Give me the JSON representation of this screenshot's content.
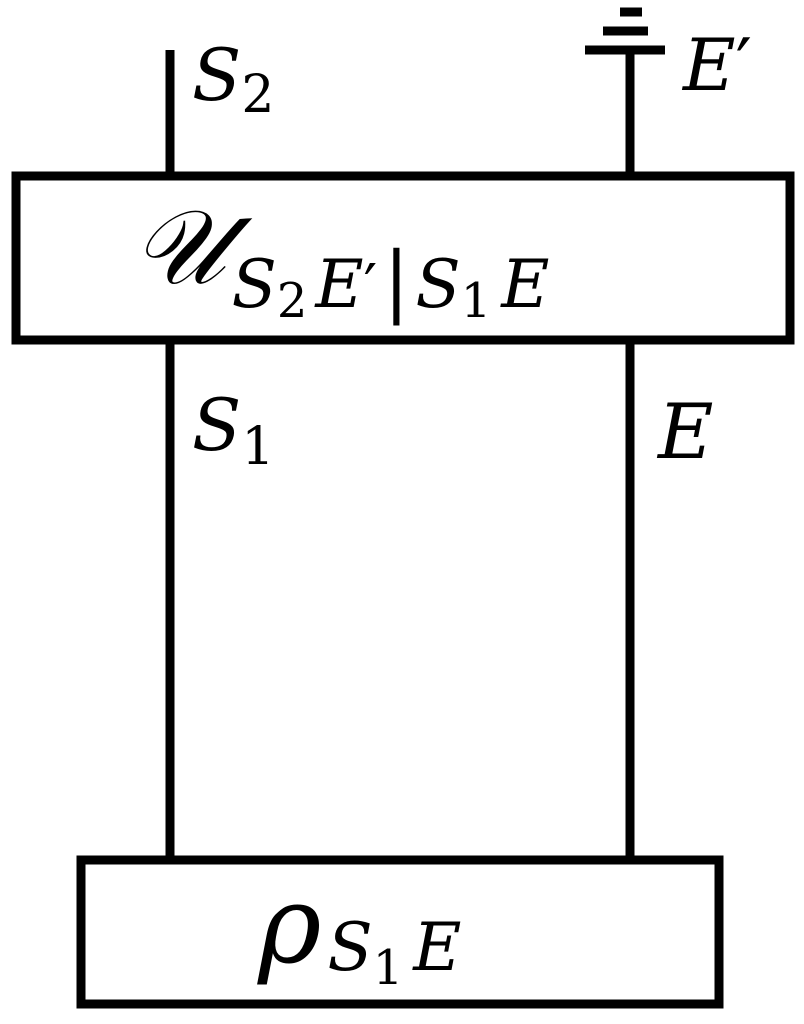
{
  "diagram": {
    "top_wires": {
      "left": {
        "name": "S",
        "subscript": "2"
      },
      "right": {
        "name": "E",
        "prime": "′"
      }
    },
    "unitary_box": {
      "symbol": "𝒰",
      "subscript": {
        "out_S": "S",
        "out_S_index": "2",
        "out_E": "E",
        "out_E_prime": "′",
        "bar": "|",
        "in_S": "S",
        "in_S_index": "1",
        "in_E": "E"
      }
    },
    "middle_wires": {
      "left": {
        "name": "S",
        "subscript": "1"
      },
      "right": {
        "name": "E"
      }
    },
    "state_box": {
      "symbol": "ρ",
      "subscript": {
        "S": "S",
        "S_index": "1",
        "E": "E"
      }
    }
  }
}
